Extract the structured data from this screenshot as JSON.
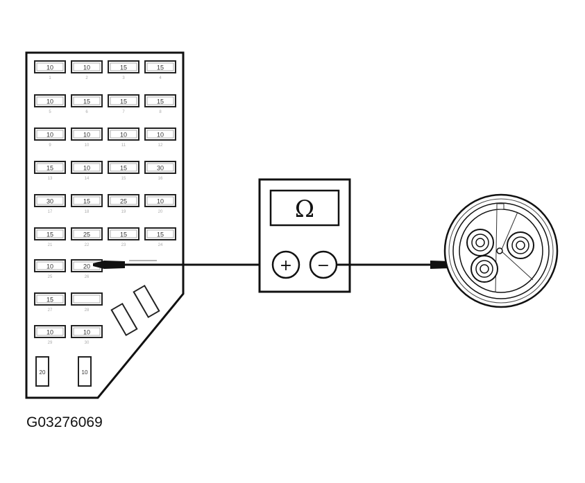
{
  "fuse_panel": {
    "rows": [
      [
        {
          "value": "10",
          "num": "1"
        },
        {
          "value": "10",
          "num": "2"
        },
        {
          "value": "15",
          "num": "3"
        },
        {
          "value": "15",
          "num": "4"
        }
      ],
      [
        {
          "value": "10",
          "num": "5"
        },
        {
          "value": "15",
          "num": "6"
        },
        {
          "value": "15",
          "num": "7"
        },
        {
          "value": "15",
          "num": "8"
        }
      ],
      [
        {
          "value": "10",
          "num": "9"
        },
        {
          "value": "10",
          "num": "10"
        },
        {
          "value": "10",
          "num": "11"
        },
        {
          "value": "10",
          "num": "12"
        }
      ],
      [
        {
          "value": "15",
          "num": "13"
        },
        {
          "value": "10",
          "num": "14"
        },
        {
          "value": "15",
          "num": "15"
        },
        {
          "value": "30",
          "num": "16"
        }
      ],
      [
        {
          "value": "30",
          "num": "17"
        },
        {
          "value": "15",
          "num": "18"
        },
        {
          "value": "25",
          "num": "19"
        },
        {
          "value": "10",
          "num": "20"
        }
      ],
      [
        {
          "value": "15",
          "num": "21"
        },
        {
          "value": "25",
          "num": "22"
        },
        {
          "value": "15",
          "num": "23"
        },
        {
          "value": "15",
          "num": "24"
        }
      ],
      [
        {
          "value": "10",
          "num": "25"
        },
        {
          "value": "20",
          "num": "26"
        }
      ],
      [
        {
          "value": "15",
          "num": "27"
        },
        {
          "value": "",
          "num": "28"
        }
      ],
      [
        {
          "value": "10",
          "num": "29"
        },
        {
          "value": "10",
          "num": "30"
        }
      ]
    ],
    "relays": [
      {
        "value": "20"
      },
      {
        "value": "10"
      }
    ]
  },
  "meter": {
    "symbol": "Ω",
    "plus": "+",
    "minus": "−"
  },
  "figure_id": "G03276069"
}
